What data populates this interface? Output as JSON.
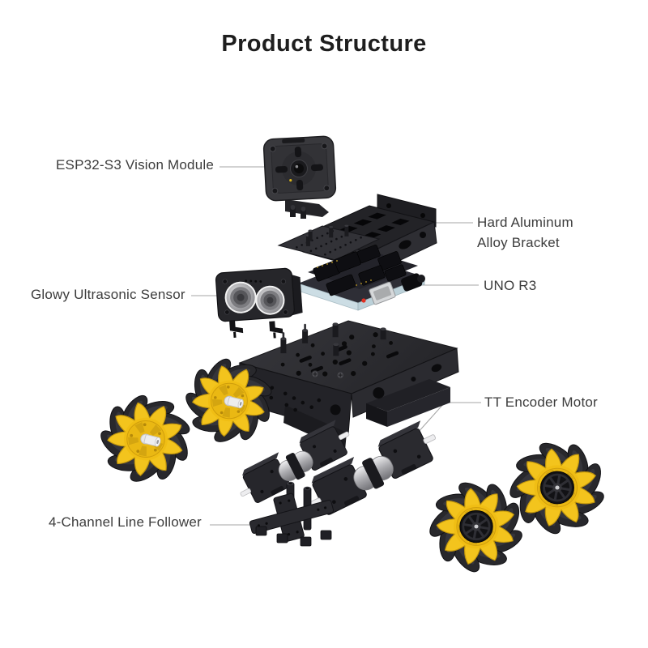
{
  "title": "Product Structure",
  "colors": {
    "background": "#ffffff",
    "title_text": "#1e1e1e",
    "label_text": "#3c3c3c",
    "leader_line": "#a6a6a6",
    "part_dark": "#28282c",
    "part_darker": "#17171a",
    "wheel_yellow": "#f3c41d",
    "wheel_yellow_dark": "#c2960b",
    "wheel_hub_yellow": "#eab813",
    "roller_black": "#28282c",
    "metal_silver": "#d6d8da",
    "board_edge_blue": "#ccdde4",
    "led_red": "#e03022",
    "axle_white": "#ededef"
  },
  "parts": [
    {
      "id": "vision-module",
      "label": "ESP32-S3 Vision Module",
      "label_side": "left"
    },
    {
      "id": "aluminum-bracket",
      "label": "Hard Aluminum Alloy Bracket",
      "label_lines": [
        "Hard Aluminum",
        "Alloy Bracket"
      ],
      "label_side": "right"
    },
    {
      "id": "uno-r3",
      "label": "UNO R3",
      "label_side": "right"
    },
    {
      "id": "ultrasonic-sensor",
      "label": "Glowy Ultrasonic Sensor",
      "label_side": "left"
    },
    {
      "id": "tt-encoder-motor",
      "label": "TT Encoder Motor",
      "label_side": "right"
    },
    {
      "id": "line-follower",
      "label": "4-Channel Line Follower",
      "label_side": "left"
    }
  ],
  "wheels": {
    "count": 4,
    "type": "mecanum",
    "color": "yellow-black"
  }
}
